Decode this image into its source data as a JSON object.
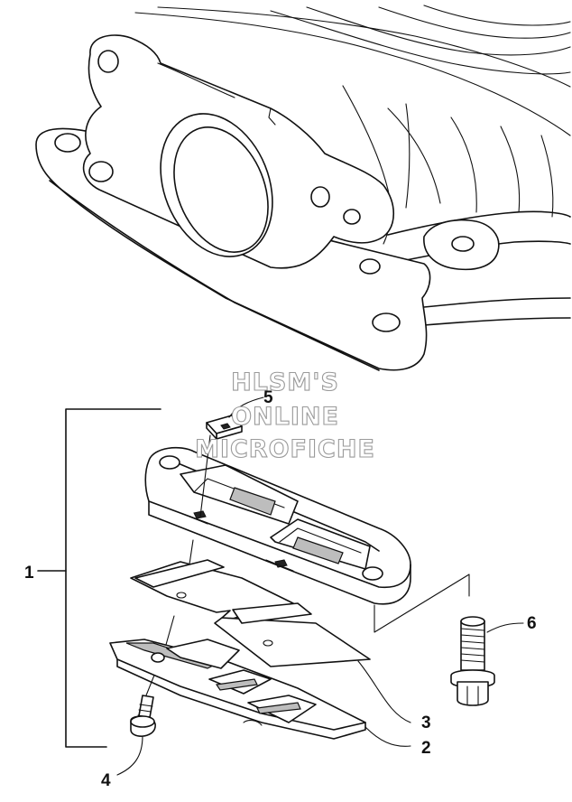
{
  "watermark": {
    "lines": [
      "HLSM'S",
      "ONLINE",
      "MICROFICHE"
    ]
  },
  "callouts": [
    "1",
    "2",
    "3",
    "4",
    "5",
    "6"
  ]
}
